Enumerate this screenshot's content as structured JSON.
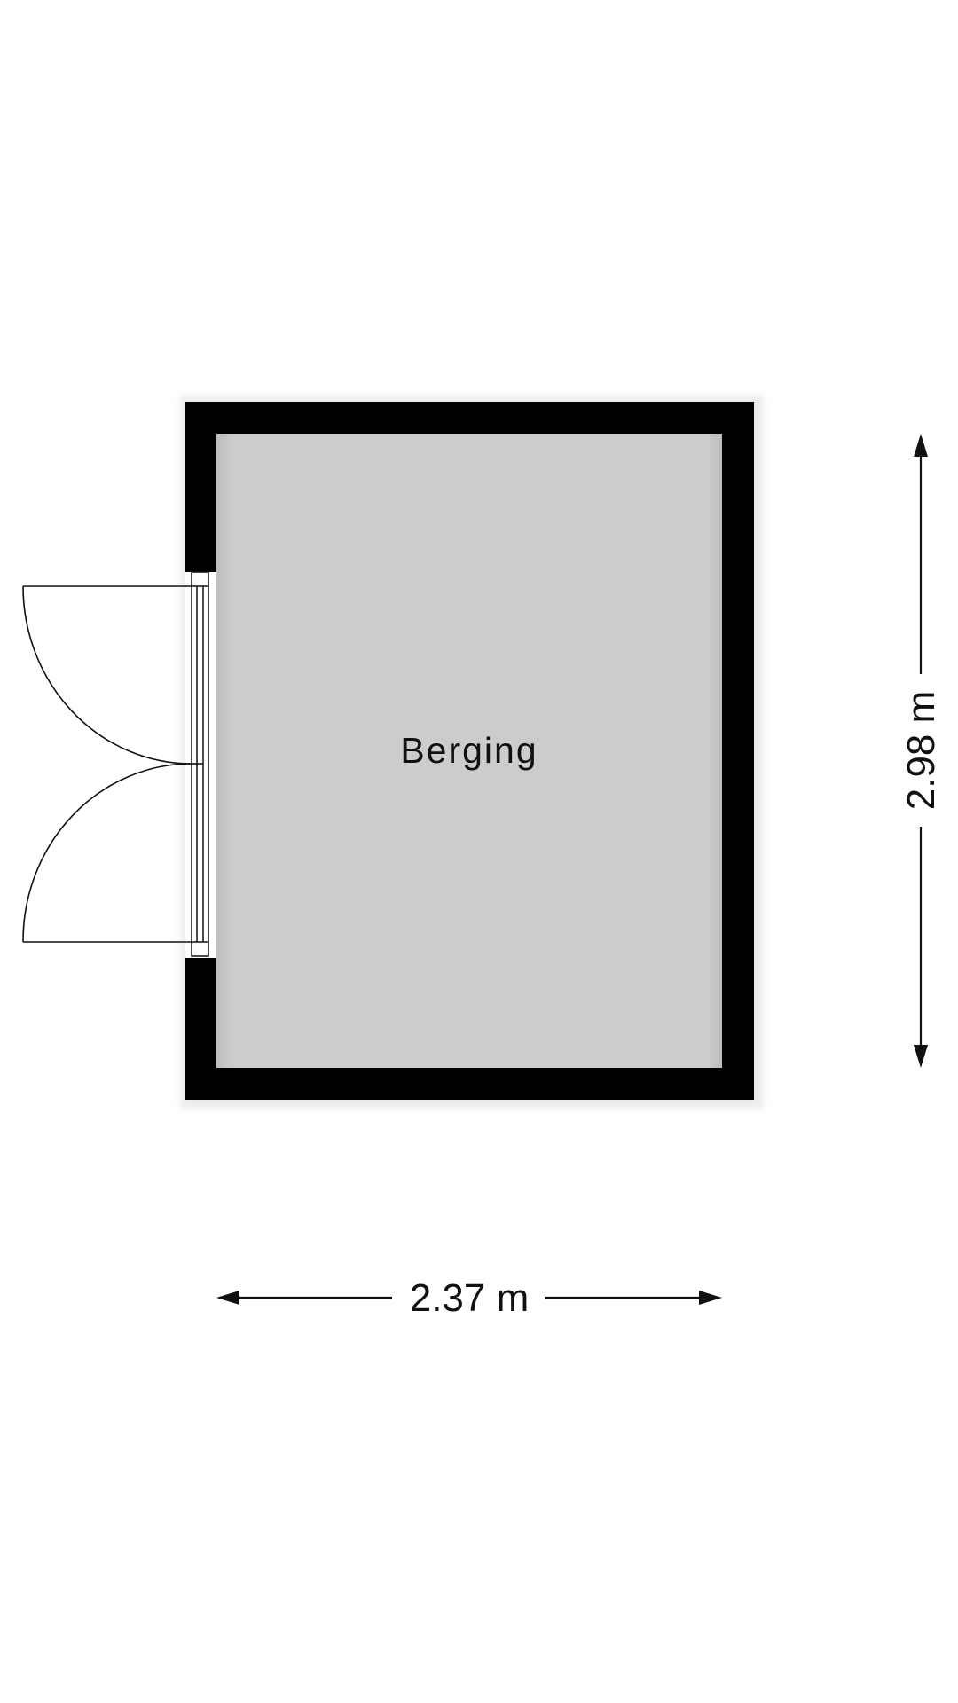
{
  "room": {
    "name": "Berging"
  },
  "dimensions": {
    "width": "2.37 m",
    "depth": "2.98 m"
  },
  "colors": {
    "wall": "#000000",
    "floor": "#cccccc",
    "line": "#111111",
    "background": "#ffffff"
  }
}
